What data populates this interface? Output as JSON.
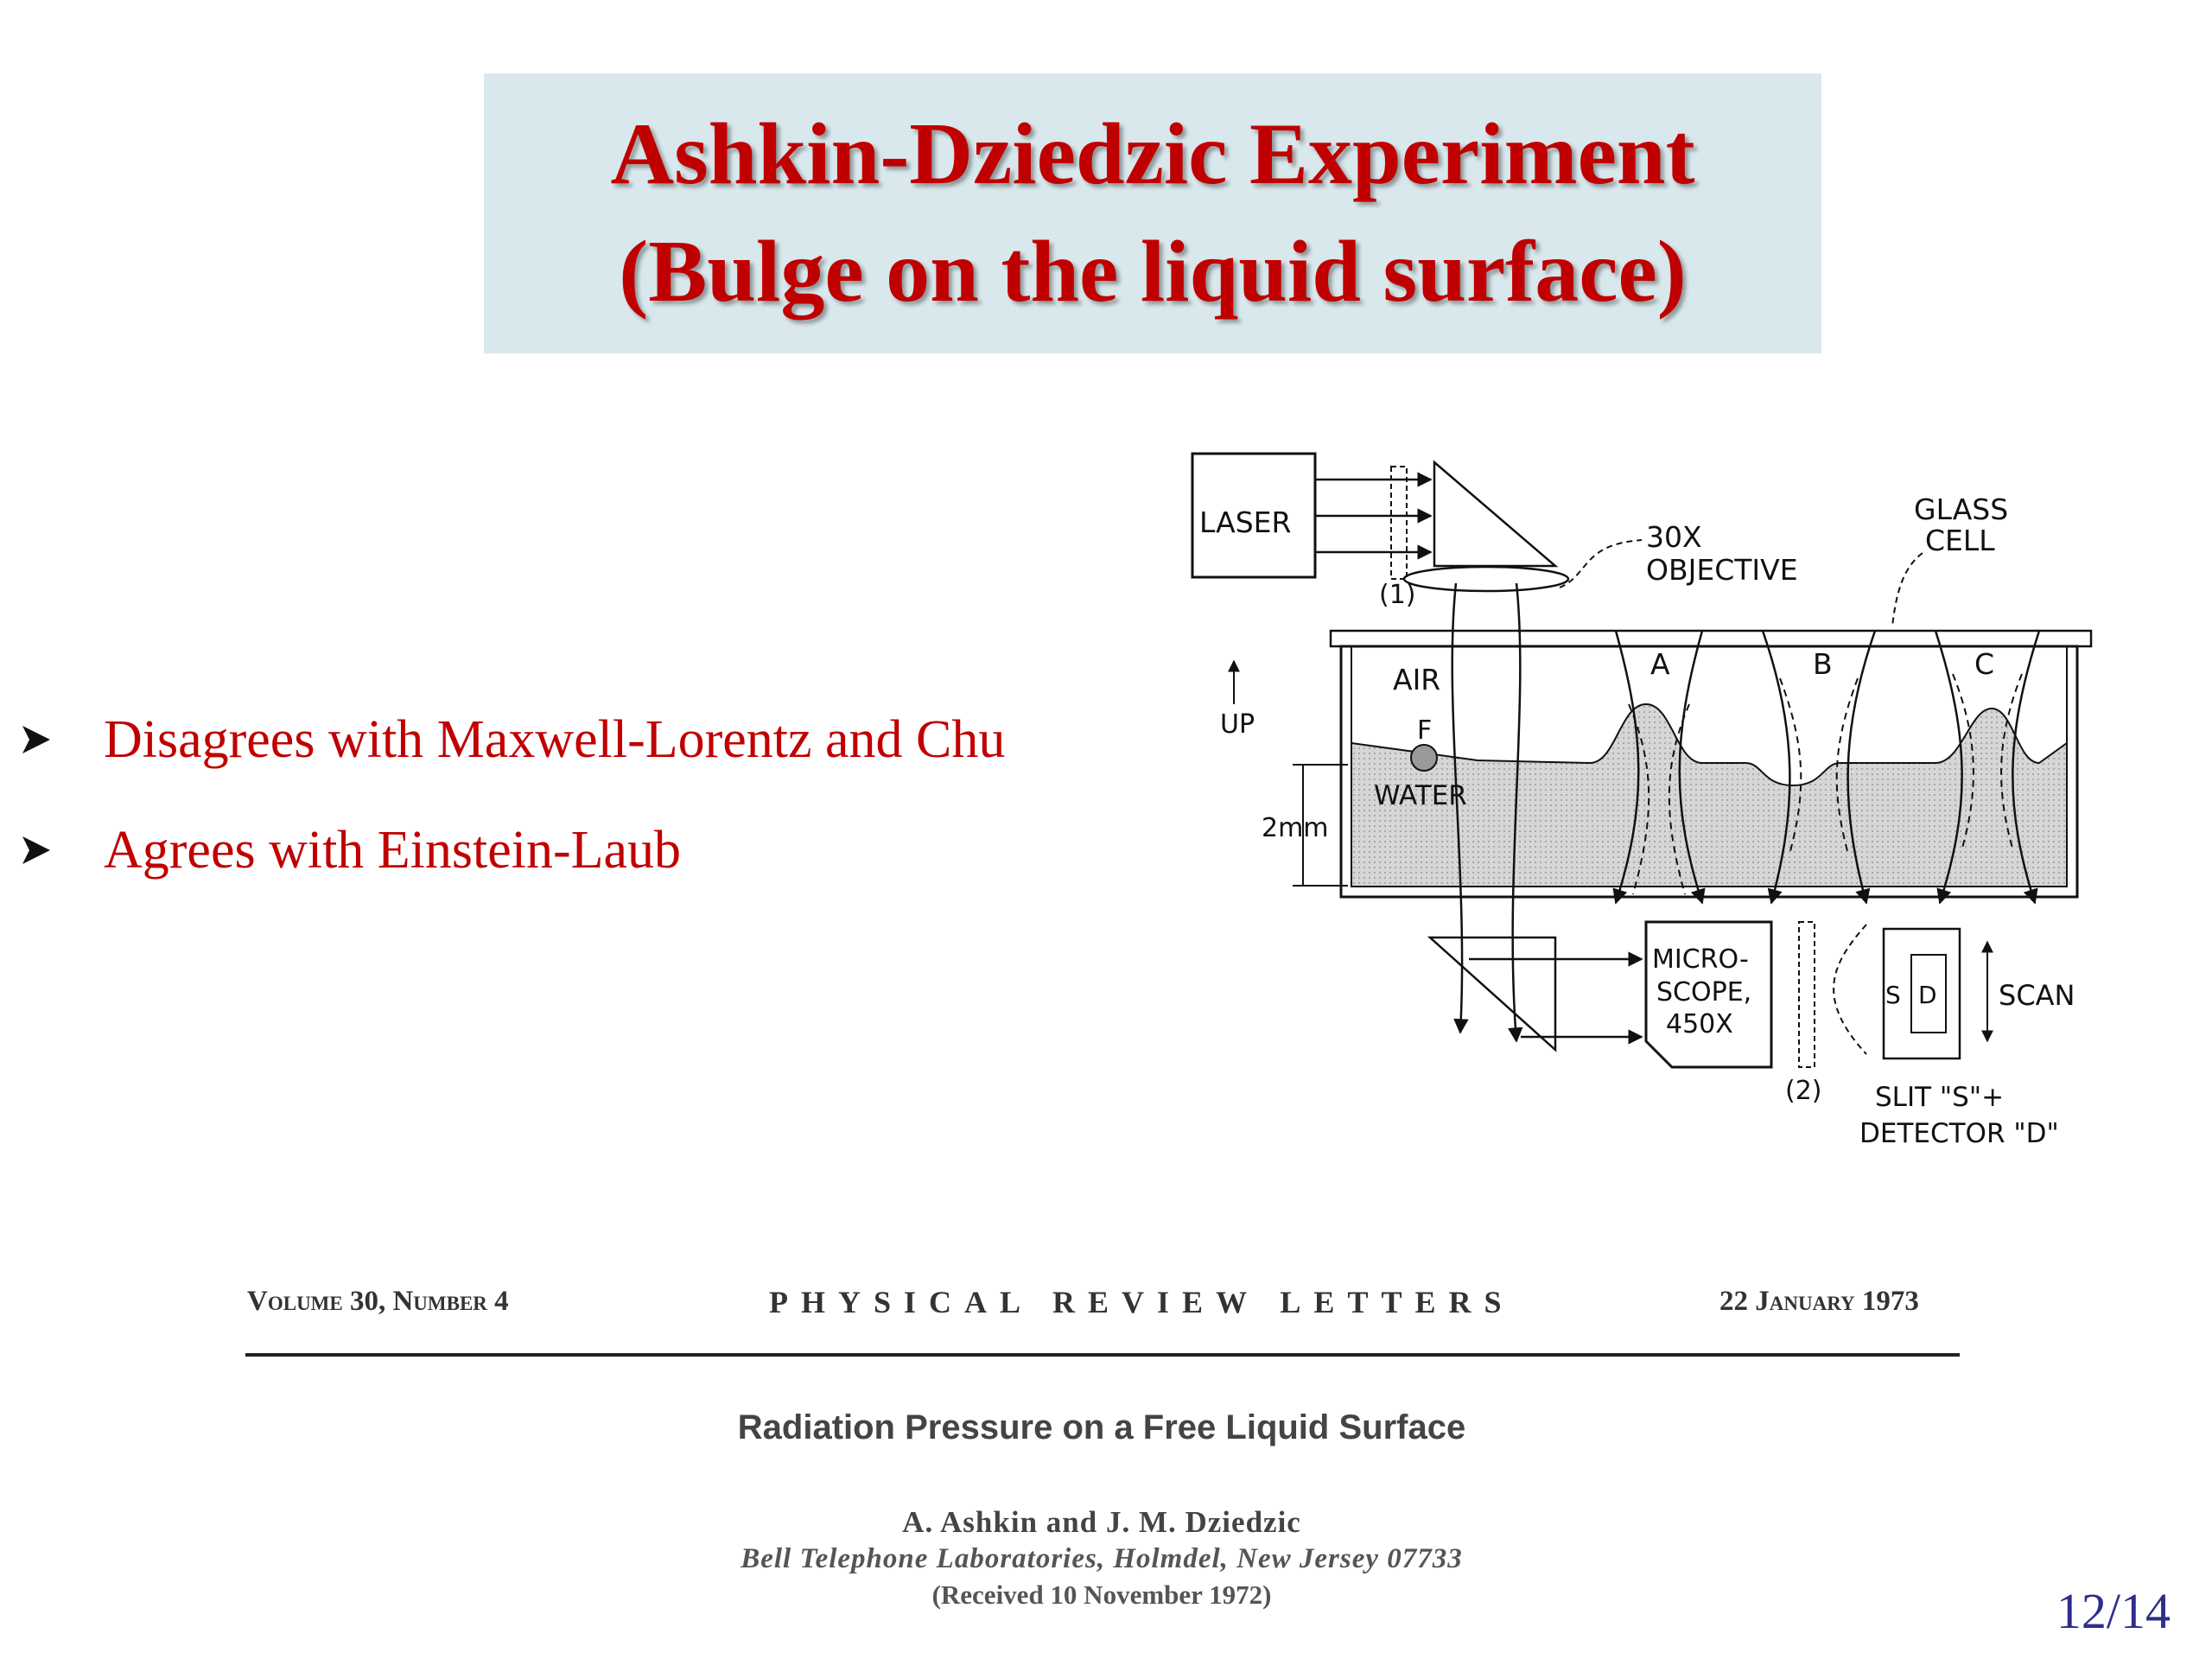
{
  "slide": {
    "title_line1": "Ashkin-Dziedzic Experiment",
    "title_line2": "(Bulge on the liquid surface)",
    "bullets": [
      "Disagrees with Maxwell-Lorentz and Chu",
      "Agrees with Einstein-Laub"
    ],
    "bullet_icon": "arrowhead-bullet-icon",
    "page_number": "12/14",
    "colors": {
      "title": "#c00000",
      "title_box": "#d9e8ec",
      "bullet_text": "#c00000",
      "page_number": "#2e2e8a"
    }
  },
  "diagram": {
    "laser": "LASER",
    "label_1": "(1)",
    "objective_a": "30X",
    "objective_b": "OBJECTIVE",
    "glass_a": "GLASS",
    "glass_b": "CELL",
    "label_A": "A",
    "label_B": "B",
    "label_C": "C",
    "air": "AIR",
    "up": "UP",
    "f": "F",
    "water": "WATER",
    "depth": "2mm",
    "micro_a": "MICRO-",
    "micro_b": "SCOPE,",
    "micro_c": "450X",
    "label_2": "(2)",
    "s": "S",
    "d": "D",
    "scan": "SCAN",
    "slit_a": "SLIT \"S\"+",
    "slit_b": "DETECTOR \"D\""
  },
  "paper": {
    "volume": "Volume 30, Number 4",
    "journal": "PHYSICAL REVIEW LETTERS",
    "date": "22 January 1973",
    "title": "Radiation Pressure on a Free Liquid Surface",
    "authors": "A. Ashkin and J. M. Dziedzic",
    "affiliation": "Bell Telephone Laboratories, Holmdel, New Jersey 07733",
    "received": "(Received 10 November 1972)"
  }
}
